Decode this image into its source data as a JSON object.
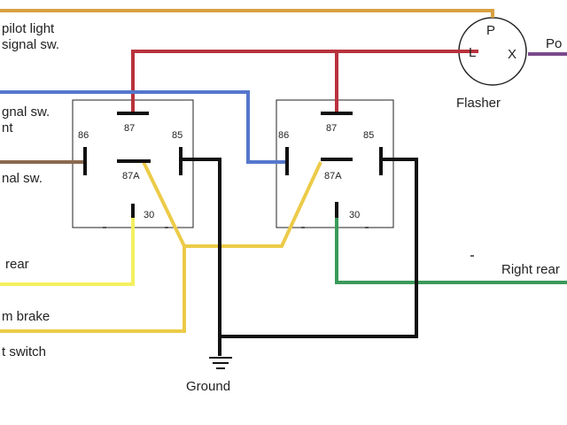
{
  "labels": {
    "pilot_light": "pilot light",
    "signal_sw_top": "signal sw.",
    "gnal_sw": "gnal sw.",
    "nt": "nt",
    "nal_sw": "nal sw.",
    "left_rear": "rear",
    "brake": "m brake",
    "switch": "t switch",
    "right_rear": "Right rear",
    "ground": "Ground",
    "flasher": "Flasher",
    "power": "Po"
  },
  "flasher_pins": {
    "p": "P",
    "l": "L",
    "x": "X"
  },
  "relays": [
    {
      "pin86": "86",
      "pin87": "87",
      "pin85": "85",
      "pin87a": "87A",
      "pin30": "30"
    },
    {
      "pin86": "86",
      "pin87": "87",
      "pin85": "85",
      "pin87a": "87A",
      "pin30": "30"
    }
  ],
  "colors": {
    "orange": "#d9a040",
    "red": "#b8323c",
    "blue": "#5577cc",
    "brown": "#8a6a50",
    "yellow_left": "#f3f060",
    "yellow_brake": "#eccb48",
    "green": "#3a9a5a",
    "purple": "#7a4a8c",
    "black": "#111111"
  }
}
